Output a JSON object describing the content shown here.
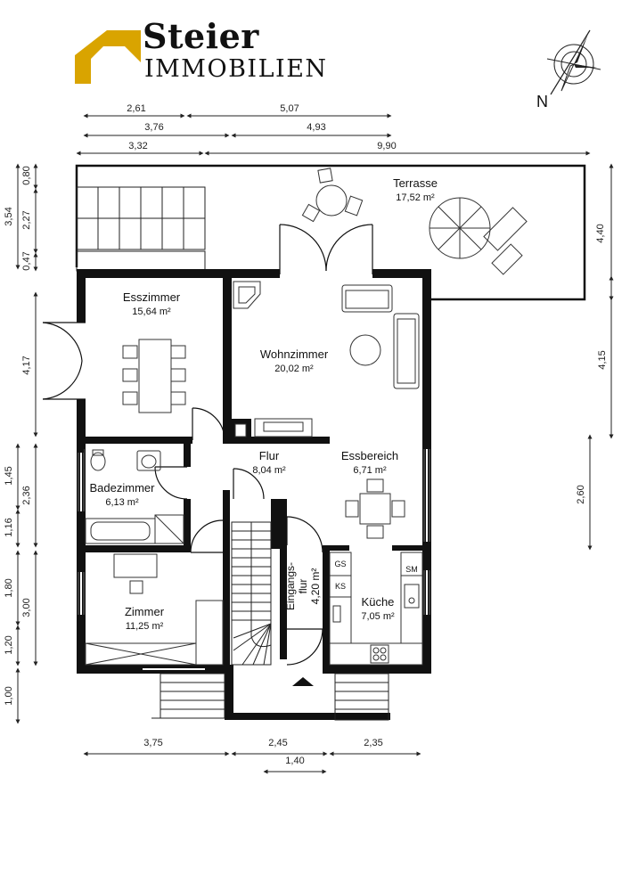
{
  "brand": {
    "name": "Steier",
    "subtitle": "IMMOBILIEN",
    "color_accent": "#d9a400"
  },
  "compass": {
    "label": "N",
    "icon": "compass-rose-icon"
  },
  "rooms": {
    "terrasse": {
      "name": "Terrasse",
      "area": "17,52 m²"
    },
    "esszimmer": {
      "name": "Esszimmer",
      "area": "15,64 m²"
    },
    "wohnzimmer": {
      "name": "Wohnzimmer",
      "area": "20,02 m²"
    },
    "flur": {
      "name": "Flur",
      "area": "8,04 m²"
    },
    "essbereich": {
      "name": "Essbereich",
      "area": "6,71 m²"
    },
    "badezimmer": {
      "name": "Badezimmer",
      "area": "6,13 m²"
    },
    "eingangsflur": {
      "name": "Eingangs-",
      "name2": "flur",
      "area": "4,20 m²"
    },
    "zimmer": {
      "name": "Zimmer",
      "area": "11,25 m²"
    },
    "kueche": {
      "name": "Küche",
      "area": "7,05 m²"
    }
  },
  "appliances": {
    "gs": "GS",
    "ks": "KS",
    "sm": "SM"
  },
  "dimensions": {
    "top": [
      "2,61",
      "5,07",
      "3,76",
      "4,93",
      "3,32",
      "9,90"
    ],
    "bottom": [
      "3,75",
      "2,45",
      "2,35",
      "1,40"
    ],
    "left": [
      "0,80",
      "3,54",
      "2,27",
      "0,47",
      "4,17",
      "1,45",
      "2,36",
      "1,16",
      "1,80",
      "3,00",
      "1,20",
      "1,00"
    ],
    "right": [
      "4,40",
      "4,15",
      "2,60"
    ]
  },
  "colors": {
    "wall": "#111111",
    "line": "#222222"
  }
}
